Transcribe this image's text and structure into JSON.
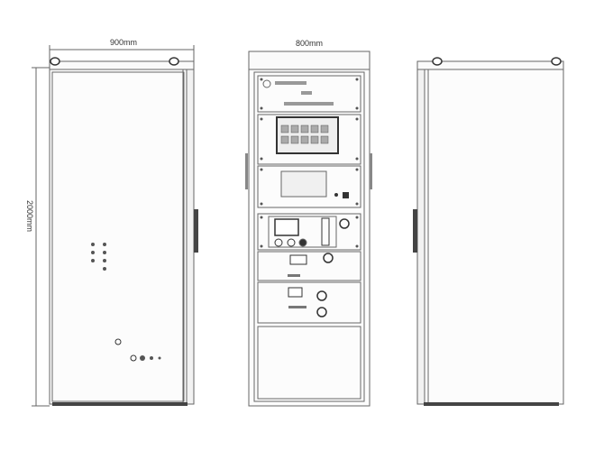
{
  "dimensions": {
    "width_side": "900mm",
    "width_front": "800mm",
    "height": "2000mm"
  },
  "colors": {
    "line": "#555555",
    "panel": "#f7f7f7",
    "dark": "#333333"
  }
}
